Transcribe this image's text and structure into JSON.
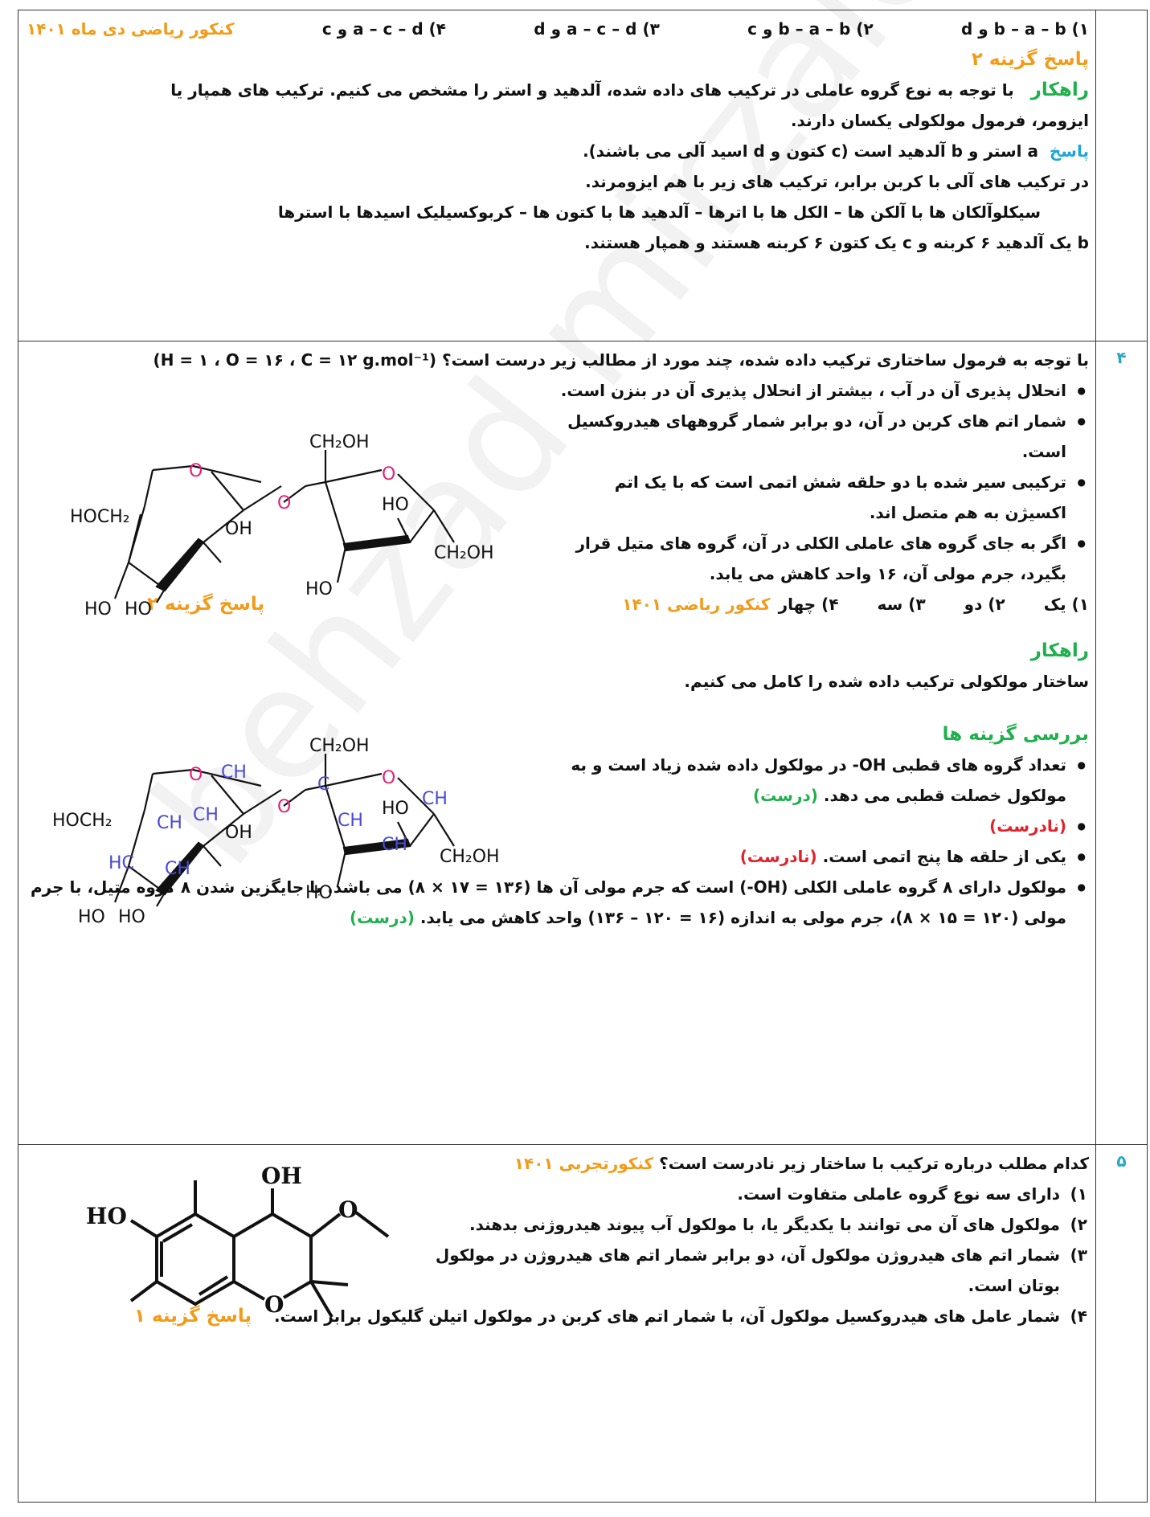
{
  "watermark": "behzad mirzaie",
  "q3": {
    "options": [
      {
        "num": "۱)",
        "text": "d و b – a – b"
      },
      {
        "num": "۲)",
        "text": "c و b – a – b"
      },
      {
        "num": "۳)",
        "text": "d و a – c – d"
      },
      {
        "num": "۴)",
        "text": "c و a – c – d"
      }
    ],
    "source": "کنکور ریاضی دی ماه ۱۴۰۱",
    "answer": "پاسخ  گزینه ۲",
    "method_label": "راهکار",
    "method_text": "با توجه به نوع گروه عاملی در ترکیب های داده شده، آلدهید و استر را مشخص می کنیم. ترکیب های همپار یا",
    "method_text2": "ایزومر، فرمول مولکولی یکسان دارند.",
    "answer_label": "پاسخ",
    "answer_text": "a استر و b آلدهید است (c کتون و d اسید آلی می باشند).",
    "line3": "در ترکیب های آلی با کربن برابر، ترکیب های زیر با هم ایزومرند.",
    "line4": "سیکلوآلکان ها با آلکن ها   –   الکل ها با اترها   –   آلدهید ها با کتون ها   –   کربوکسیلیک اسیدها با استرها",
    "line5": "b یک آلدهید ۶ کربنه و c یک کتون ۶ کربنه هستند و همپار هستند."
  },
  "q4": {
    "number": "۴",
    "question": "با توجه به فرمول ساختاری ترکیب داده شده، چند مورد از مطالب زیر درست است؟ (H = ۱ ، O = ۱۶ ، C = ۱۲ g.mol⁻¹)",
    "bullet1": "انحلال پذیری آن در آب ، بیشتر از انحلال پذیری آن در بنزن است.",
    "bullet2": "شمار اتم های کربن در آن، دو برابر شمار گروههای هیدروکسیل است.",
    "bullet3": "ترکیبی سیر شده با دو حلقه شش اتمی است که با یک اتم اکسیژن به هم متصل اند.",
    "bullet4": "اگر به جای گروه های عاملی الکلی در آن، گروه های متیل قرار بگیرد، جرم مولی آن، ۱۶ واحد کاهش می یابد.",
    "options": [
      "۱) یک",
      "۲) دو",
      "۳) سه",
      "۴) چهار"
    ],
    "source": "کنکور ریاضی ۱۴۰۱",
    "answer": "پاسخ  گزینه ۲",
    "method_label": "راهکار",
    "method_text": "ساختار مولکولی ترکیب داده شده را کامل می کنیم.",
    "review_label": "بررسی گزینه ها",
    "r1": "تعداد گروه های قطبی OH- در مولکول داده شده زیاد است و به مولکول خصلت قطبی می دهد.",
    "r1_tag": "(درست)",
    "r2_tag": "(نادرست)",
    "r3": "یکی از حلقه ها پنج اتمی است.",
    "r3_tag": "(نادرست)",
    "r4": "مولکول دارای ۸ گروه عاملی الکلی (OH-) است که جرم مولی آن ها (۱۳۶ = ۱۷ × ۸) می باشد. با جایگزین شدن ۸ گروه متیل، با جرم مولی (۱۲۰ = ۱۵ × ۸)، جرم مولی به اندازه (۱۶ = ۱۲۰ – ۱۳۶) واحد کاهش می یابد.",
    "r4_tag": "(درست)",
    "mol_labels": {
      "ch2oh_top": "CH₂OH",
      "o_left": "O",
      "o_right": "O",
      "o_bridge": "O",
      "hoch2": "HOCH₂",
      "oh1": "OH",
      "ho_ring": "HO",
      "ch2oh_right": "CH₂OH",
      "ho_bottom_mid": "HO",
      "ho_a": "HO",
      "ho_b": "HO",
      "ch": "CH",
      "c": "C",
      "hc": "HC"
    }
  },
  "q5": {
    "number": "۵",
    "question": "کدام مطلب درباره ترکیب با ساختار زیر نادرست است؟",
    "source": "کنکورتجربی ۱۴۰۱",
    "o1": "دارای سه نوع گروه عاملی متفاوت است.",
    "o2": "مولکول های آن می توانند با یکدیگر یا، با مولکول آب پیوند هیدروژنی بدهند.",
    "o3": "شمار اتم های هیدروژن مولکول آن، دو برابر شمار اتم های هیدروژن در مولکول بوتان است.",
    "o4": "شمار عامل های هیدروکسیل مولکول آن، با شمار اتم های کربن در مولکول اتیلن گلیکول برابر است.",
    "nums": [
      "۱)",
      "۲)",
      "۳)",
      "۴)"
    ],
    "answer": "پاسخ  گزینه ۱",
    "mol_labels": {
      "oh": "OH",
      "ho": "HO",
      "o": "O"
    }
  }
}
